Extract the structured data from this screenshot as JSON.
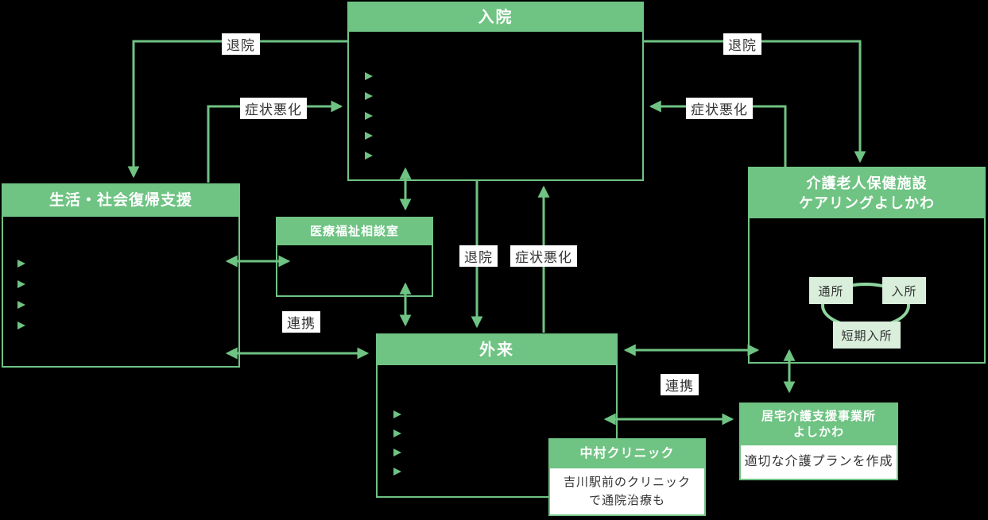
{
  "nodes": {
    "hospitalization": {
      "title": "入院"
    },
    "life_support": {
      "title": "生活・社会復帰支援"
    },
    "consultation": {
      "title": "医療福祉相談室"
    },
    "care_facility": {
      "title_line1": "介護老人保健施設",
      "title_line2": "ケアリングよしかわ"
    },
    "outpatient": {
      "title": "外来"
    },
    "clinic": {
      "title": "中村クリニック",
      "body_line1": "吉川駅前のクリニック",
      "body_line2": "で通院治療も"
    },
    "home_care": {
      "title_line1": "居宅介護支援事業所",
      "title_line2": "よしかわ",
      "body": "適切な介護プランを作成"
    }
  },
  "cycle": {
    "day_care": "通所",
    "admission": "入所",
    "short_stay": "短期入所"
  },
  "edge_labels": {
    "discharge_left": "退院",
    "worsening_left": "症状悪化",
    "discharge_center": "退院",
    "worsening_center": "症状悪化",
    "discharge_right": "退院",
    "worsening_right": "症状悪化",
    "cooperation_left": "連携",
    "cooperation_right": "連携"
  },
  "colors": {
    "accent_green": "#6fc383",
    "cycle_arc_green": "#8fd6a0",
    "pale_green": "#d9eedb",
    "label_text": "#333333",
    "header_text": "#ffffff",
    "background": "#000000"
  }
}
